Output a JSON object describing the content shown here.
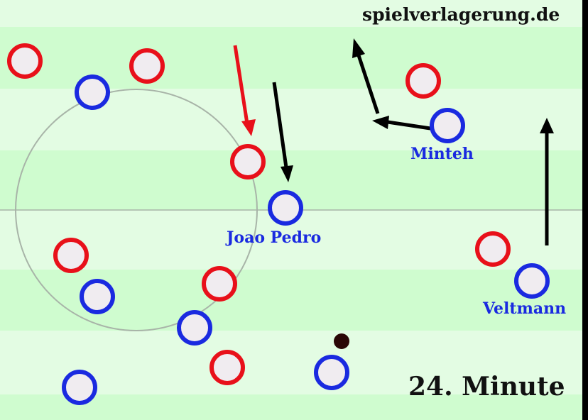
{
  "watermark": "spielverlagerung.de",
  "minute_label": "24. Minute",
  "colors": {
    "stripe_light": "#e3fce3",
    "stripe_dark": "#cffccf",
    "team_red": "#e8101a",
    "team_blue": "#1a2ae0",
    "player_fill": "#f0ecf0",
    "ball": "#2a0606",
    "arrow_black": "#000000",
    "arrow_red": "#e8101a",
    "line": "#a8b4a8",
    "border": "#000000"
  },
  "players": {
    "red": [
      "red-1",
      "red-2",
      "red-3",
      "red-4",
      "red-5",
      "red-6",
      "red-7",
      "red-8"
    ],
    "blue": [
      "blue-1",
      "blue-2",
      "blue-3",
      "blue-4",
      "blue-5",
      "blue-6",
      "blue-7",
      "blue-8"
    ]
  },
  "names": {
    "minteh": "Minteh",
    "joao_pedro": "Joao Pedro",
    "veltmann": "Veltmann"
  }
}
